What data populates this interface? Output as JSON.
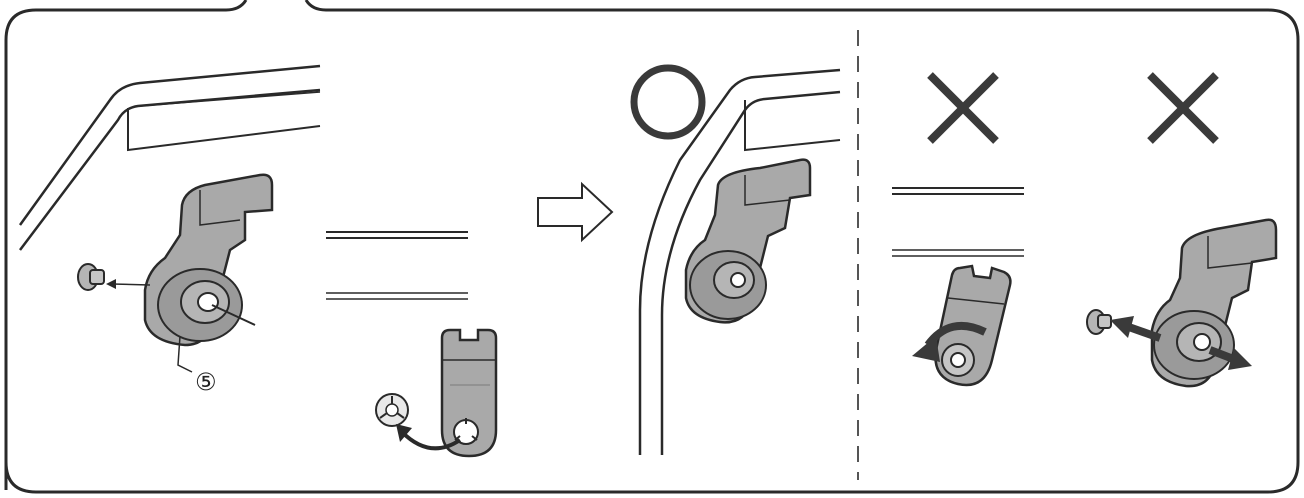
{
  "diagram": {
    "part_callout": "⑤",
    "correct_mark": "correct-circle-mark",
    "incorrect_mark": "incorrect-cross-mark",
    "next_step_arrow": "right-outline-arrow",
    "colors": {
      "outline": "#2a2a2a",
      "part_fill": "#a9a9a9",
      "part_shade": "#8e8e8e",
      "mark": "#3a3a3a",
      "divider": "#555555"
    }
  }
}
